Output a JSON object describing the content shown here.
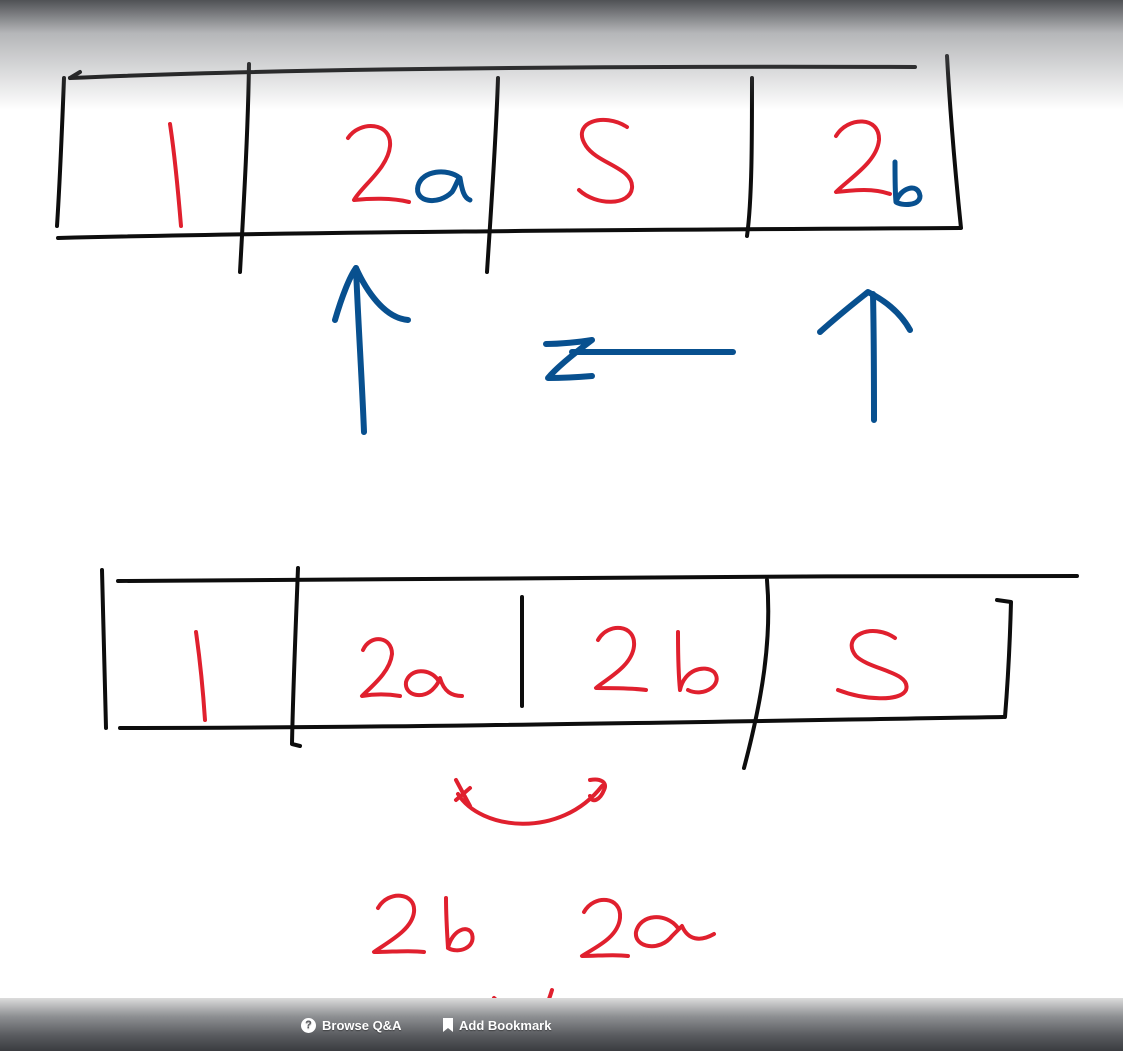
{
  "diagram": {
    "top_row": {
      "cells": [
        "1",
        "2a",
        "S",
        "2b"
      ],
      "subscript_letters": [
        "a",
        "b"
      ]
    },
    "bottom_row": {
      "cells": [
        "1",
        "2a",
        "2b",
        "S"
      ]
    },
    "swapped_labels": [
      "2b",
      "2a"
    ]
  },
  "toolbar": {
    "browse_label": "Browse Q&A",
    "bookmark_label": "Add Bookmark"
  },
  "colors": {
    "red_ink": "#e0202e",
    "blue_ink": "#08508f",
    "black_ink": "#0d0d0d"
  },
  "icons": {
    "browse": "question-circle-icon",
    "bookmark": "bookmark-icon"
  }
}
